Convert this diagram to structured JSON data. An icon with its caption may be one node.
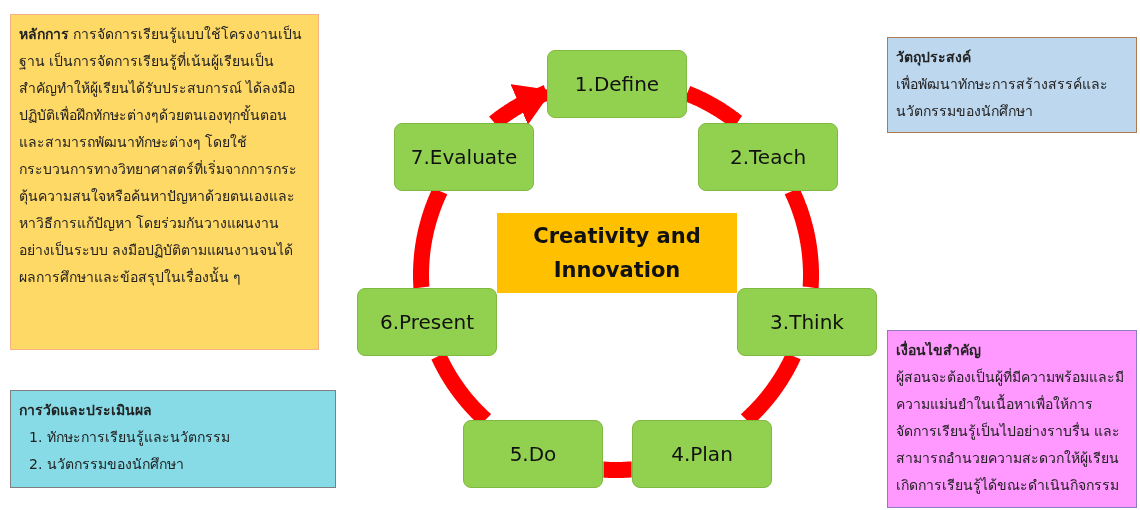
{
  "diagram": {
    "nodes": [
      {
        "text": [
          "หลักการ",
          "การจัดการเรียนรู้แบบใช้โครงงานเป็นฐาน เป็นการจัดการเรียนรู้ที่เน้นผู้เรียนเป็นสำคัญทำให้ผู้เรียนได้รับประสบการณ์ ได้ลงมือปฏิบัติเพื่อฝึกทักษะต่างๆด้วยตนเองทุกขั้นตอนและสามารถพัฒนาทักษะต่างๆ โดยใช้กระบวนการทางวิทยาศาสตร์ที่เริ่มจากการกระตุ้นความสนใจหรือค้นหาปัญหาด้วยตนเองและหาวิธีการแก้ปัญหา โดยร่วมกันวางแผนงานอย่างเป็นระบบ ลงมือปฏิบัติตามแผนงานจนได้ผลการศึกษาและข้อสรุปในเรื่องนั้น ๆ"
        ]
      },
      {
        "text": [
          "วัตถุประสงค์",
          "เพื่อพัฒนาทักษะการสร้างสรรค์และนวัตกรรมของนักศึกษา"
        ]
      },
      {
        "text": [
          "Creativity and Innovation"
        ]
      },
      {
        "text": [
          "1.Define"
        ]
      },
      {
        "text": [
          "2.Teach"
        ]
      },
      {
        "text": [
          "3.Think"
        ]
      },
      {
        "text": [
          "4.Plan"
        ]
      },
      {
        "text": [
          "5.Do"
        ]
      },
      {
        "text": [
          "6.Present"
        ]
      },
      {
        "text": [
          "7.Evaluate"
        ]
      },
      {
        "text": [
          "เงื่อนไขสำคัญ",
          "ผู้สอนจะต้องเป็นผู้ที่มีความพร้อมและมีความแม่นยำในเนื้อหาเพื่อให้การจัดการเรียนรู้เป็นไปอย่างราบรื่น และสามารถอำนวยความสะดวกให้ผู้เรียนเกิดการเรียนรู้ได้ขณะดำเนินกิจกรรม"
        ]
      },
      {
        "text": [
          "การวัดและประเมินผล",
          "1. ทักษะการเรียนรู้และนวัตกรรม",
          "2. นวัตกรรมของนักศึกษา"
        ]
      }
    ],
    "edges": [
      {
        "from": 3,
        "to": 4,
        "arrow": "none"
      },
      {
        "from": 4,
        "to": 5,
        "arrow": "none"
      },
      {
        "from": 5,
        "to": 6,
        "arrow": "none"
      },
      {
        "from": 6,
        "to": 7,
        "arrow": "none"
      },
      {
        "from": 7,
        "to": 8,
        "arrow": "none"
      },
      {
        "from": 8,
        "to": 9,
        "arrow": "none"
      },
      {
        "from": 9,
        "to": 3,
        "arrow": "to"
      }
    ]
  }
}
